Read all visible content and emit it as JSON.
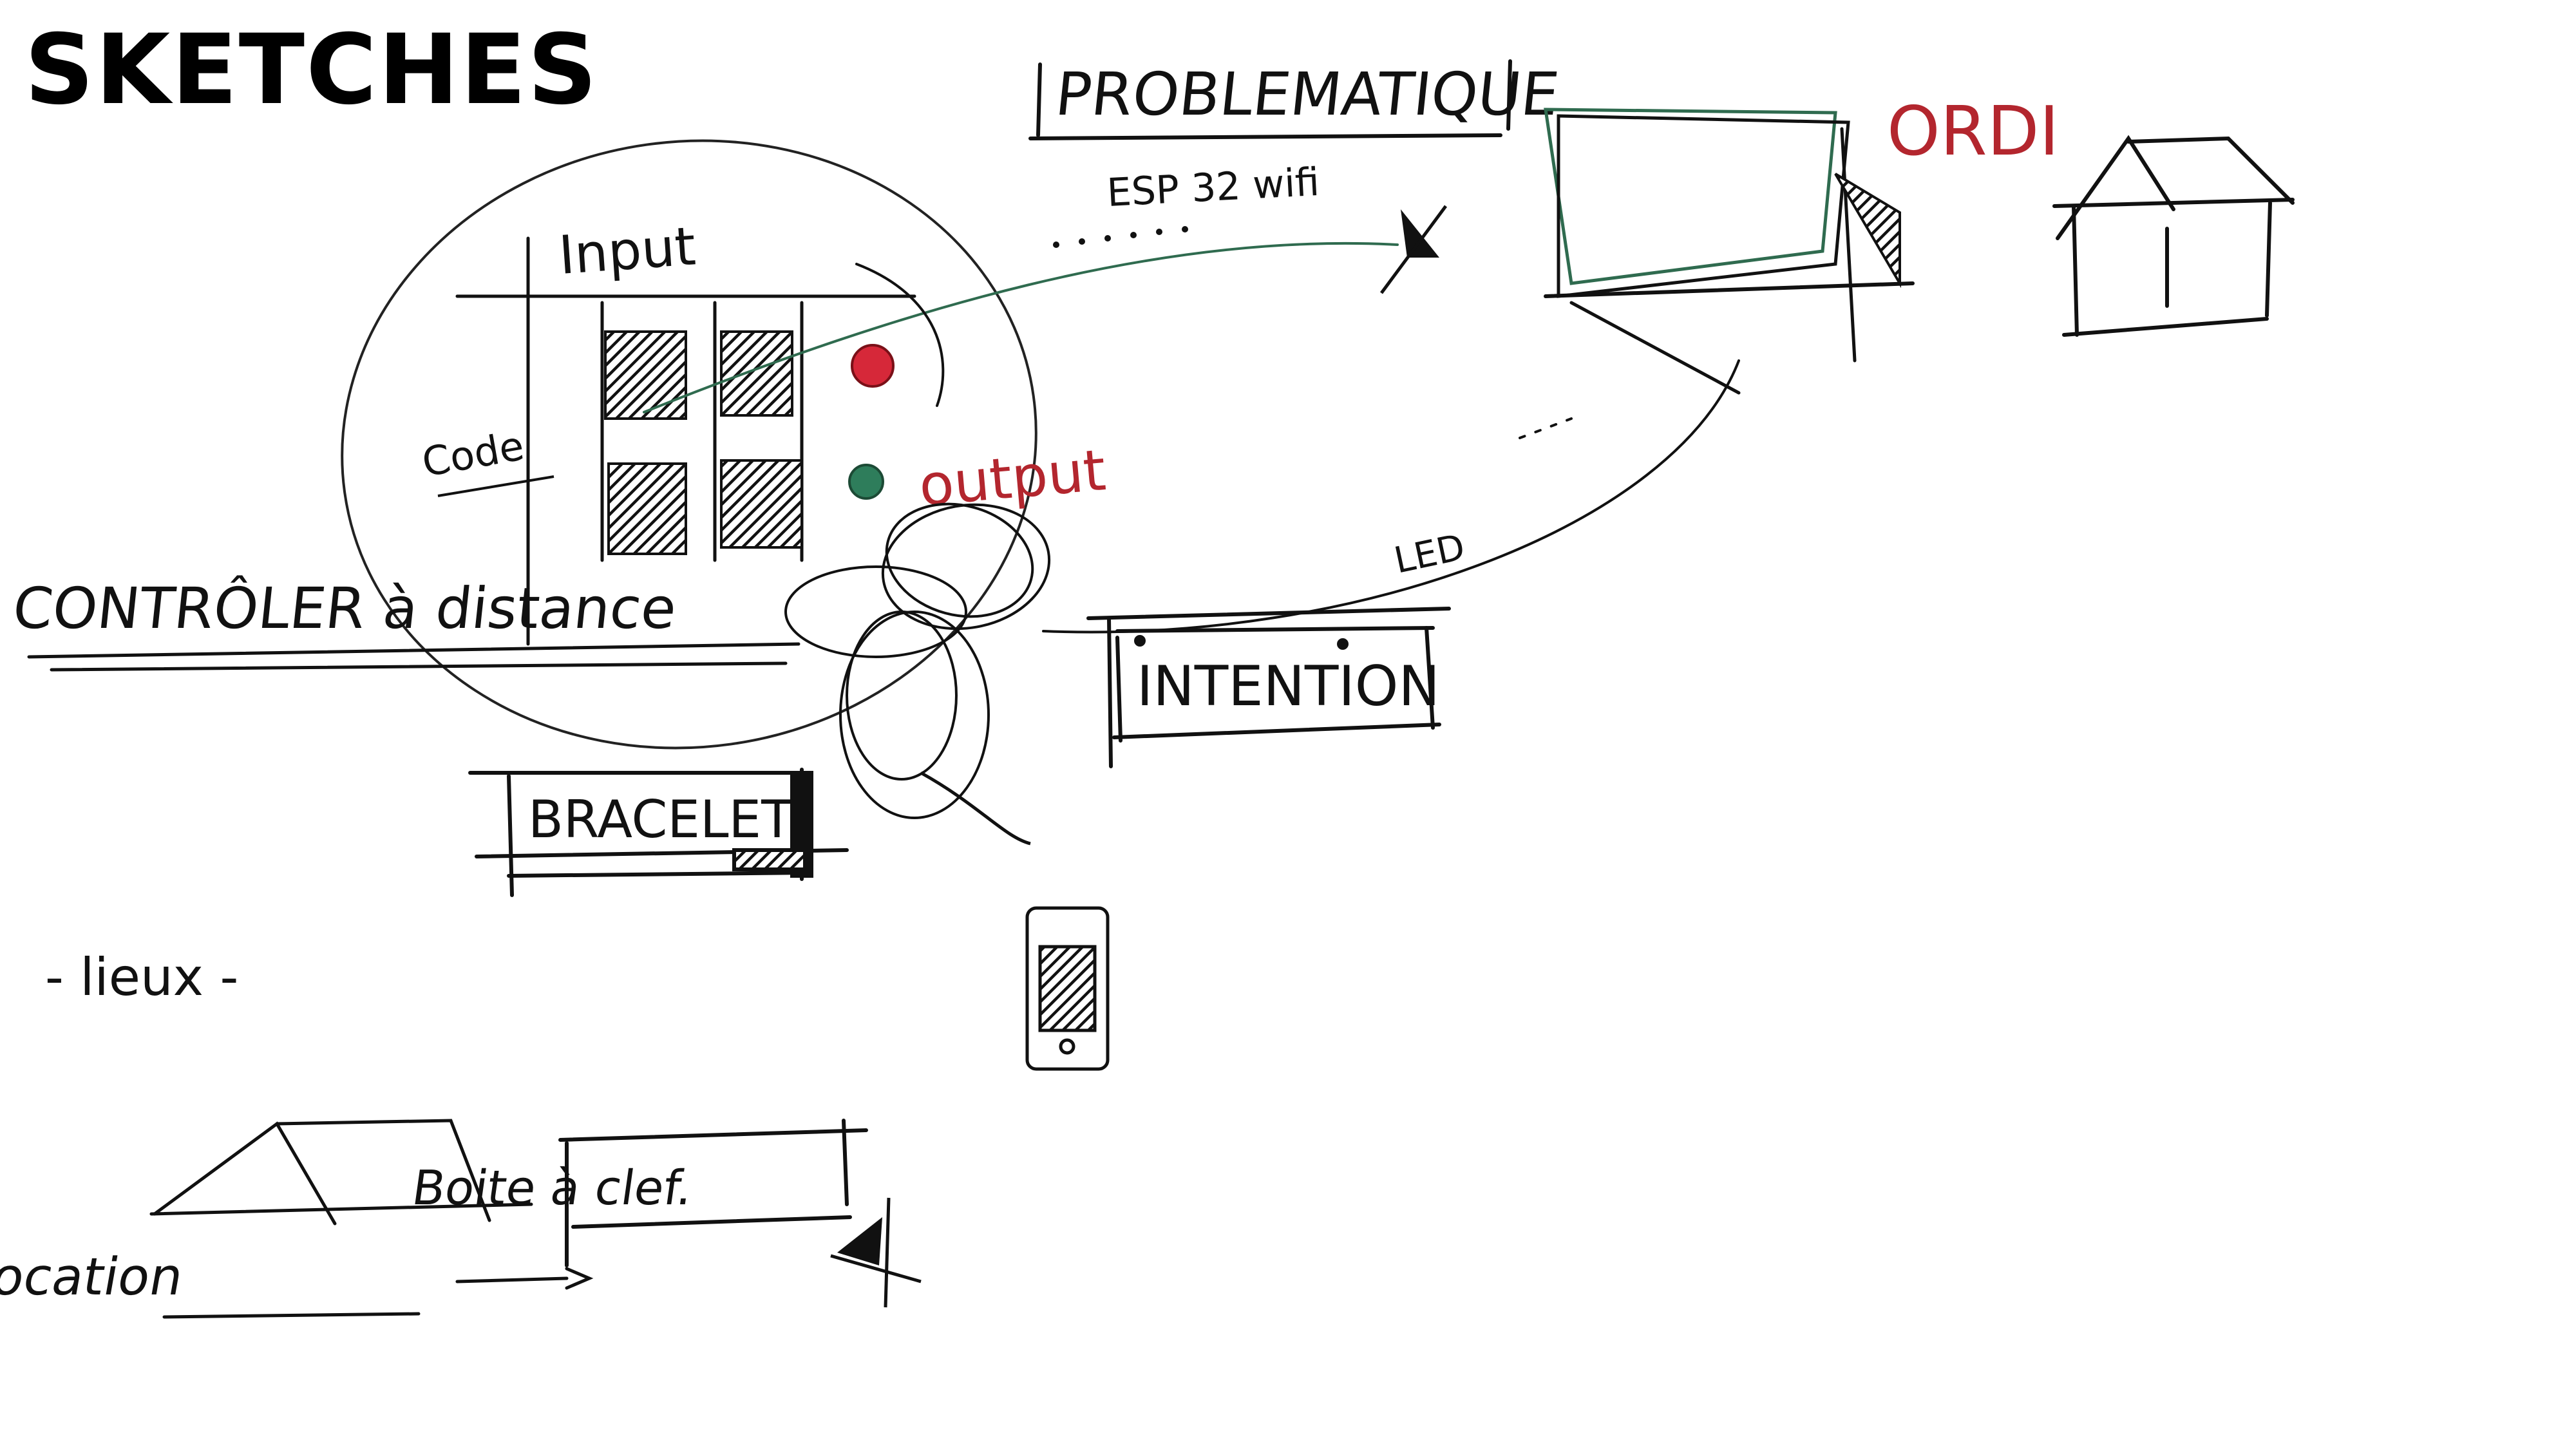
{
  "page": {
    "title": "SKETCHES"
  },
  "sketch": {
    "problematique": "PROBLEMATIQUE",
    "esp32": "ESP 32 wifi",
    "ordi": "ORDI",
    "input": "Input",
    "code": "Code",
    "output": "output",
    "controler": "CONTRÔLER à distance",
    "led": "LED",
    "intention": "INTENTION",
    "bracelet": "BRACELET",
    "lieux": "- lieux -",
    "location": "Location",
    "boite": "Boite à clef."
  },
  "colors": {
    "ink": "#111111",
    "red_ink": "#b3262e",
    "green_ink": "#2f6b4f",
    "red_dot": "#d62839",
    "green_dot": "#2e7d5b"
  }
}
